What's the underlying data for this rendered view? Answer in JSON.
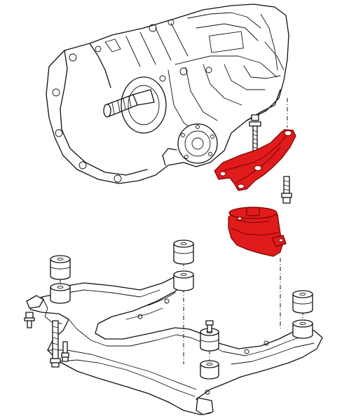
{
  "figure": {
    "kind": "exploded-parts-diagram",
    "highlight_color": "#e01b1b",
    "line_color": "#111111",
    "background": "#ffffff",
    "parts": [
      {
        "name": "gearbox",
        "highlighted": false
      },
      {
        "name": "transmission-mount-bracket",
        "highlighted": true
      },
      {
        "name": "transmission-mount-rubber",
        "highlighted": true
      },
      {
        "name": "subframe-crossmember",
        "highlighted": false
      },
      {
        "name": "subframe-rubber-bushings",
        "highlighted": false
      },
      {
        "name": "mounting-bolts",
        "highlighted": false
      }
    ]
  }
}
